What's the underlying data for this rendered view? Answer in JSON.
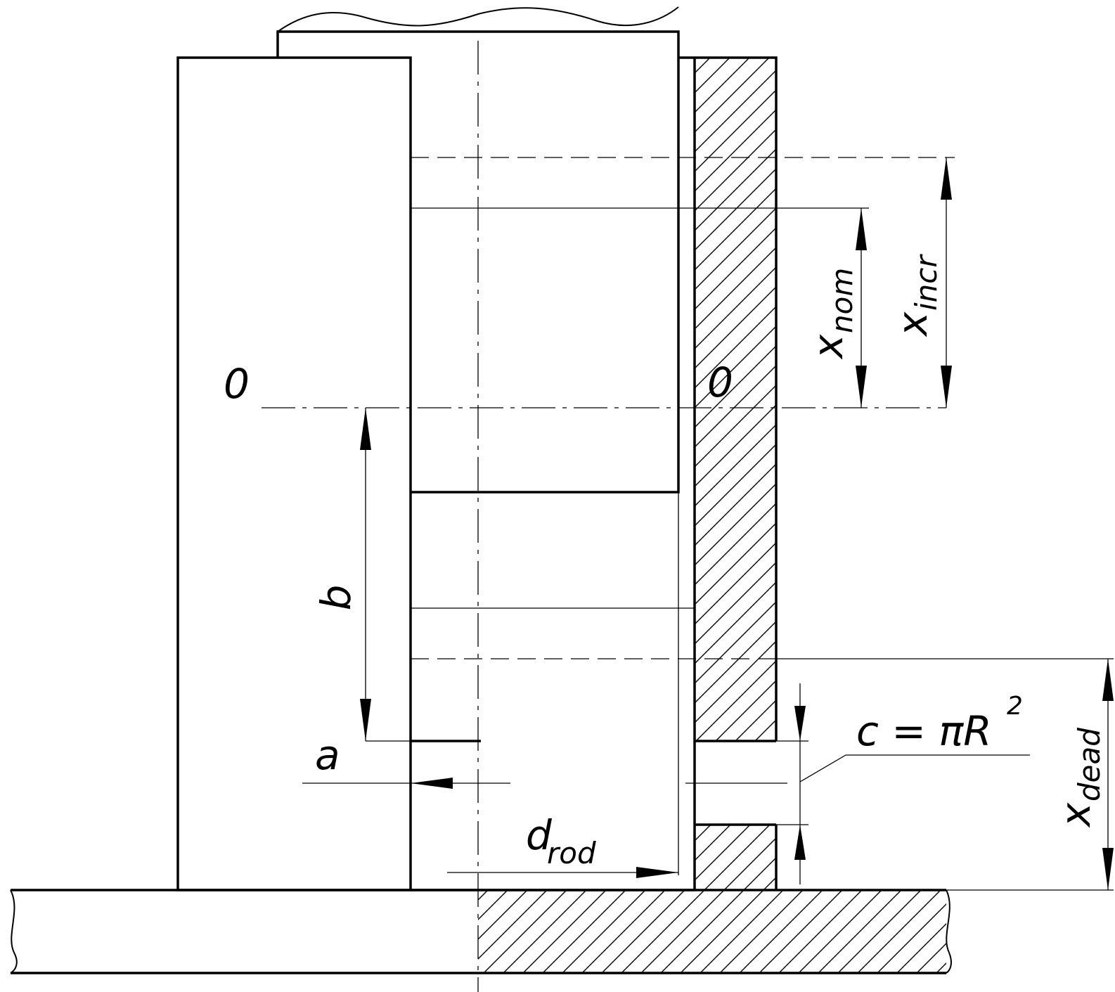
{
  "labels": {
    "section_left": "0",
    "section_right": "0",
    "dim_b": "b",
    "point_a": "a",
    "d_main": "d",
    "d_sub": "rod",
    "xnom_main": "x",
    "xnom_sub": "nom",
    "xincr_main": "x",
    "xincr_sub": "incr",
    "xdead_main": "x",
    "xdead_sub": "dead",
    "c_formula": "c = πR",
    "c_exp": "2"
  },
  "colors": {
    "line": "#000000",
    "background": "#ffffff"
  }
}
